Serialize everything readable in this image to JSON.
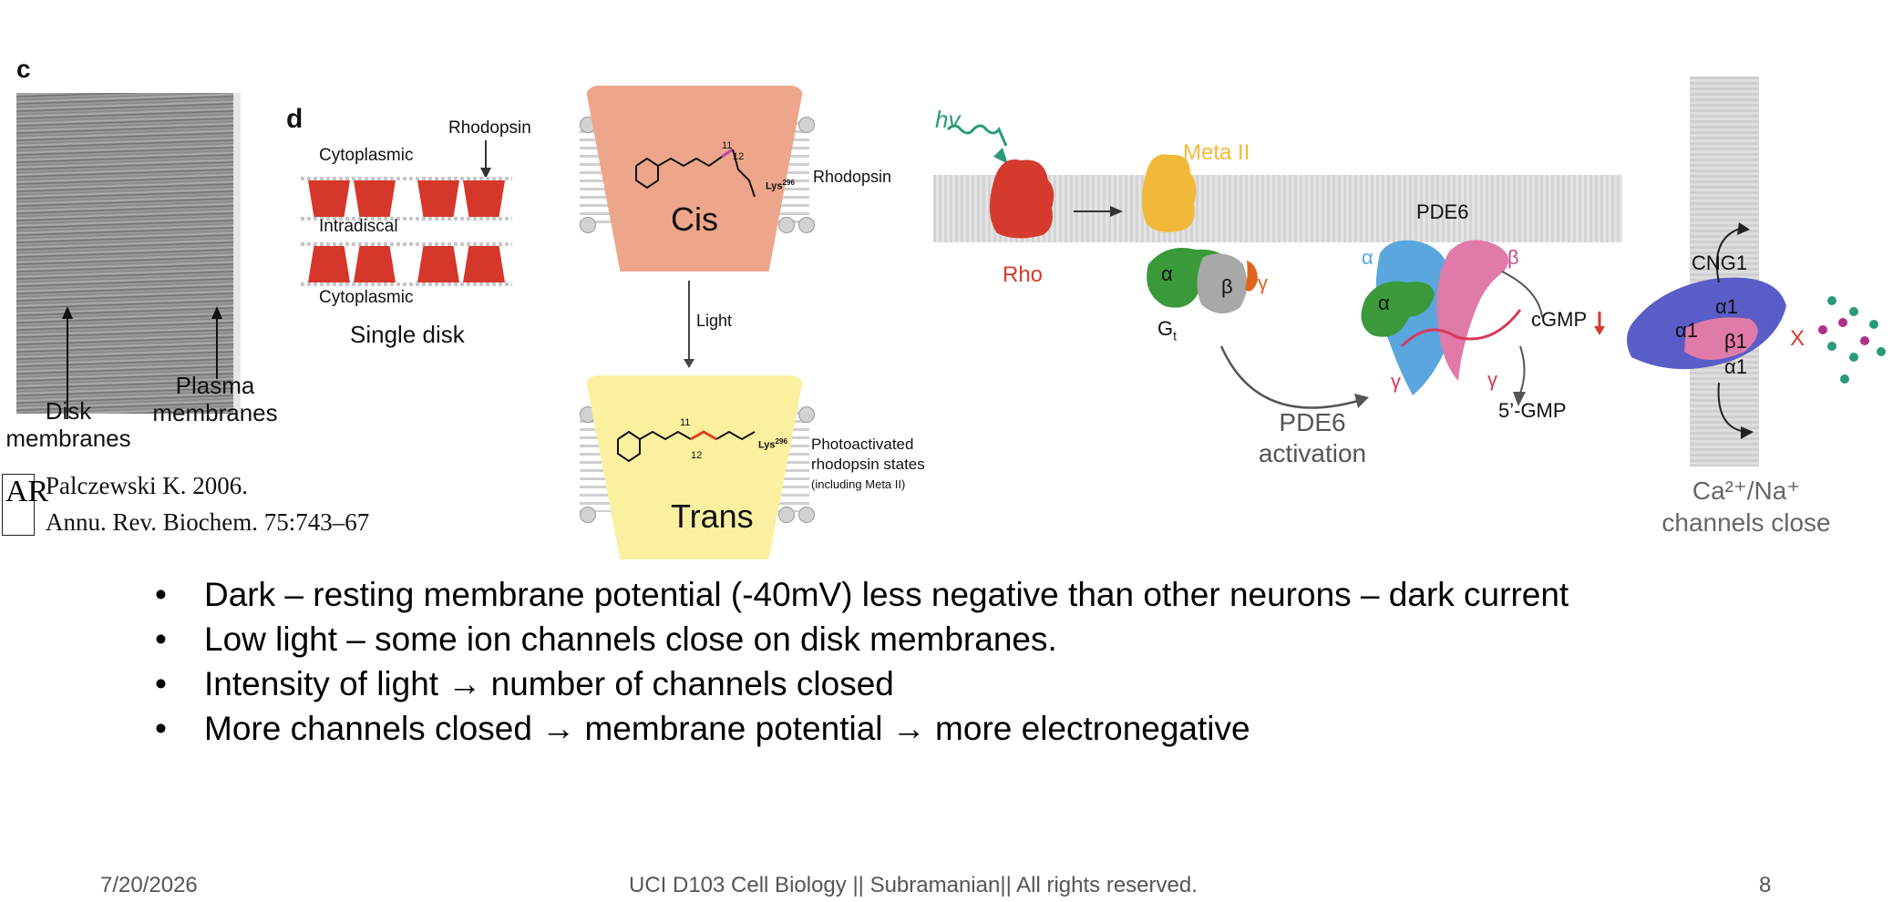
{
  "panel_c": {
    "letter": "c",
    "label_disk": "Disk\nmembranes",
    "label_plasma": "Plasma\nmembranes",
    "citation_author": "Palczewski K. 2006.",
    "citation_journal": "Annu. Rev. Biochem. 75:743–67",
    "logo_text": "AR"
  },
  "panel_d": {
    "letter": "d",
    "rhodopsin": "Rhodopsin",
    "cytoplasmic_top": "Cytoplasmic",
    "intradiscal": "Intradiscal",
    "cytoplasmic_bottom": "Cytoplasmic",
    "single_disk": "Single disk"
  },
  "retinal": {
    "cis": "Cis",
    "trans": "Trans",
    "light": "Light",
    "rhodopsin": "Rhodopsin",
    "photo_line1": "Photoactivated",
    "photo_line2": "rhodopsin states",
    "photo_line3": "(including Meta II)",
    "lys": "Lys",
    "lys_sup": "296",
    "c11": "11",
    "c12": "12"
  },
  "cascade": {
    "hv": "hv",
    "rho": "Rho",
    "meta2": "Meta II",
    "gt": "G",
    "gt_sub": "t",
    "alpha": "α",
    "beta": "β",
    "gamma": "γ",
    "pde6": "PDE6",
    "pde6_activation_1": "PDE6",
    "pde6_activation_2": "activation",
    "cgmp": "cGMP",
    "gmp5": "5’-GMP",
    "cng1": "CNG1",
    "a1": "α1",
    "b1": "β1",
    "x": "X",
    "channels_1": "Ca²⁺/Na⁺",
    "channels_2": "channels close"
  },
  "bullets": [
    "Dark – resting membrane potential (-40mV) less negative than other neurons – dark current",
    "Low light – some ion channels close on disk membranes.",
    "Intensity of light → number of channels closed",
    "More channels closed → membrane potential → more electronegative"
  ],
  "bullet_symbol": "•",
  "footer": {
    "date": "7/20/2026",
    "center": "UCI D103 Cell Biology || Subramanian|| All rights reserved.",
    "page": "8"
  },
  "colors": {
    "disk_red": "#d5372a",
    "cis_salmon": "#eea68a",
    "trans_yellow": "#faf0a0",
    "rho_red": "#d63a2f",
    "meta_yellow": "#f2b83a",
    "green": "#3a9a3a",
    "pink": "#e07aa8",
    "blue": "#5aa6de",
    "purple": "#5a5cc8",
    "teal": "#2a9a7a"
  }
}
